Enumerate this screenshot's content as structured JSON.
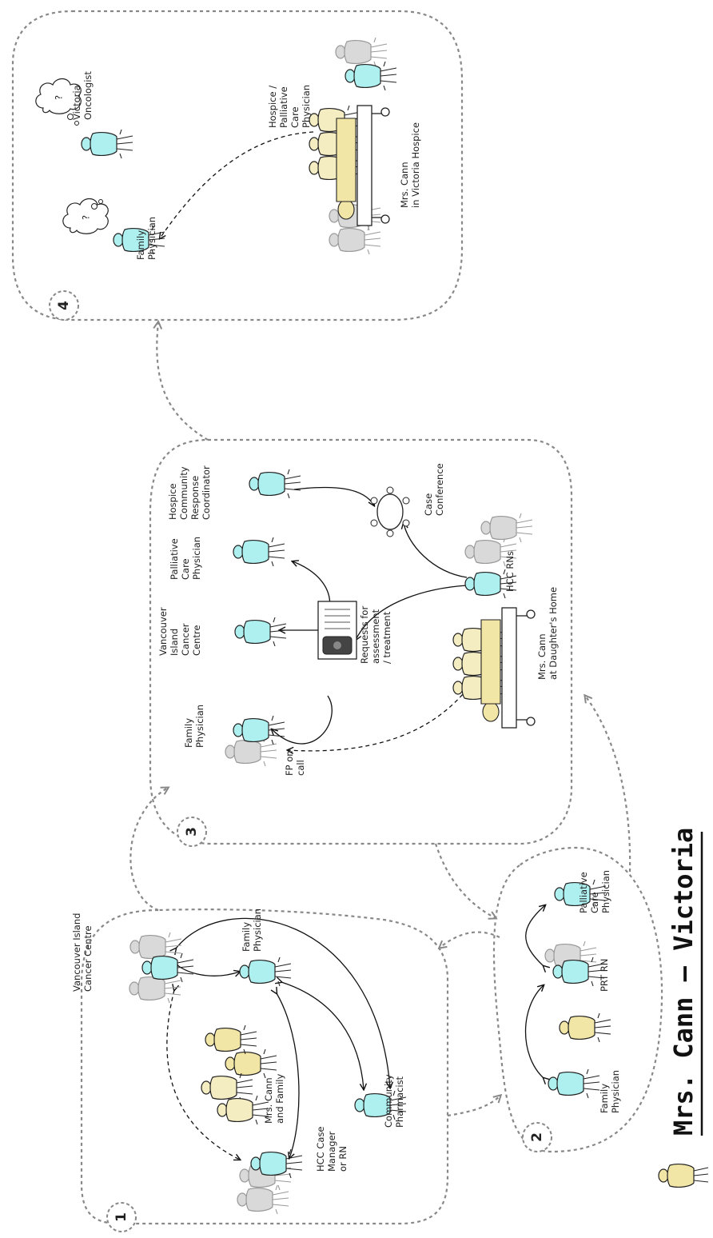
{
  "title": "Mrs. Cann – Victoria",
  "colors": {
    "provider": "#aef0f0",
    "patient": "#f2e6a6",
    "family": "#f5edc2",
    "inactive": "#d9d9d9",
    "flow_line": "#888888"
  },
  "stage1": {
    "number": "1",
    "vicc": [
      "Vancouver Island",
      "Cancer Centre"
    ],
    "family_physician": [
      "Family",
      "Physician"
    ],
    "patient_family": [
      "Mrs. Cann",
      "and Family"
    ],
    "hcc": [
      "HCC Case",
      "Manager",
      "or RN"
    ],
    "pharmacist": [
      "Community",
      "Pharmacist"
    ]
  },
  "stage2": {
    "number": "2",
    "family_physician": [
      "Family",
      "Physician"
    ],
    "prt_rn": [
      "PRT RN"
    ],
    "palliative": [
      "Palliative",
      "Care",
      "Physician"
    ]
  },
  "stage3": {
    "number": "3",
    "family_physician": [
      "Family",
      "Physician"
    ],
    "fp_on_call": [
      "FP on",
      "call"
    ],
    "vicc": [
      "Vancouver",
      "Island",
      "Cancer",
      "Centre"
    ],
    "palliative": [
      "Palliative",
      "Care",
      "Physician"
    ],
    "hospice_coord": [
      "Hospice",
      "Community",
      "Response",
      "Coordinator"
    ],
    "requests": [
      "Requests for",
      "assessment",
      "/ treatment"
    ],
    "case_conference": [
      "Case",
      "Conference"
    ],
    "hcc_rns": [
      "HCC RNs"
    ],
    "patient_home": [
      "Mrs. Cann",
      "at Daughter's Home"
    ]
  },
  "stage4": {
    "number": "4",
    "family_physician": [
      "Family",
      "Physician"
    ],
    "oncologist": [
      "Victoria",
      "Oncologist"
    ],
    "hospice_physician": [
      "Hospice /",
      "Palliative",
      "Care",
      "Physician"
    ],
    "patient_hospice": [
      "Mrs. Cann",
      "in Victoria Hospice"
    ],
    "thought_mark": "?"
  }
}
